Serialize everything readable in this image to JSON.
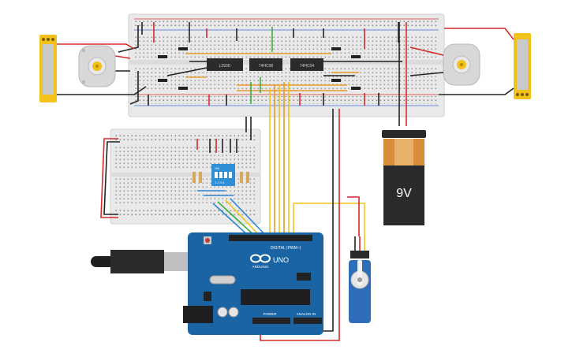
{
  "labels": {
    "battery_voltage": "9V",
    "arduino_brand": "ARDUINO",
    "arduino_model": "UNO",
    "digital_header": "DIGITAL (PWM~)",
    "power_header": "POWER",
    "analog_header": "ANALOG IN",
    "chip_left": "L293D",
    "chip_middle": "74HC08",
    "chip_right": "74HC04",
    "dip_on_label": "ON",
    "dip_numbers": "1 2 3 4"
  },
  "colors": {
    "breadboard": "#e9e9e9",
    "arduino_board": "#1b64a3",
    "wire_red": "#d42a2a",
    "wire_black": "#222222",
    "wire_yellow": "#f0c419",
    "wire_orange": "#e89a2a",
    "wire_green": "#3cae3c",
    "wire_blue": "#2e86d4",
    "battery_body": "#2a2a2a",
    "battery_band": "#d88c3c",
    "motor_body": "#d8d8d8",
    "motor_shaft": "#f2c21b",
    "pot_body": "#f2c21b",
    "dip_switch": "#2e8fd6",
    "servo_body": "#2f6db8"
  },
  "components": [
    {
      "name": "main-breadboard"
    },
    {
      "name": "small-breadboard"
    },
    {
      "name": "arduino-uno"
    },
    {
      "name": "usb-cable"
    },
    {
      "name": "battery-9v"
    },
    {
      "name": "dc-motor-left"
    },
    {
      "name": "dc-motor-right"
    },
    {
      "name": "potentiometer-left"
    },
    {
      "name": "potentiometer-right"
    },
    {
      "name": "dip-switch"
    },
    {
      "name": "servo-motor"
    }
  ]
}
